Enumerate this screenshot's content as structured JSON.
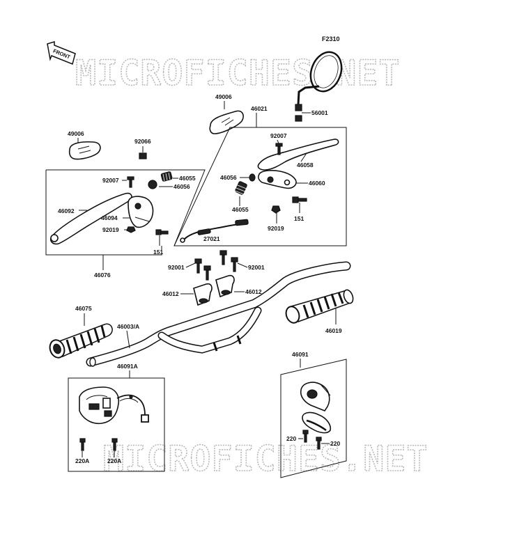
{
  "figure_code": "F2310",
  "front_label": "FRONT",
  "watermark": "MICROFICHES.NET",
  "callouts": {
    "p49006_left": "49006",
    "p49006_right": "49006",
    "p46021": "46021",
    "p56001": "56001",
    "p92066": "92066",
    "p92007_right": "92007",
    "p46058": "46058",
    "p92007_left": "92007",
    "p46055_left": "46055",
    "p46056_left": "46056",
    "p46056_right": "46056",
    "p46060": "46060",
    "p46092": "46092",
    "p46094": "46094",
    "p46055_right": "46055",
    "p151_right": "151",
    "p92019_left": "92019",
    "p92019_right": "92019",
    "p27021": "27021",
    "p151_left": "151",
    "p46076": "46076",
    "p92001_left": "92001",
    "p92001_right": "92001",
    "p46012_left": "46012",
    "p46012_right": "46012",
    "p46075": "46075",
    "p46003A": "46003/A",
    "p46019": "46019",
    "p46091A": "46091A",
    "p46091": "46091",
    "p220_left": "220",
    "p220_right": "220",
    "p220A_left": "220A",
    "p220A_right": "220A"
  }
}
